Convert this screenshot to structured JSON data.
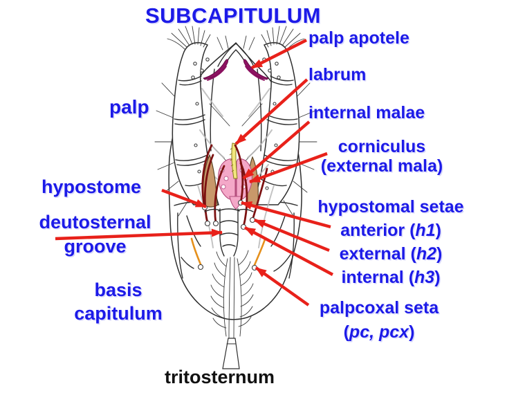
{
  "title": "SUBCAPITULUM",
  "labels": {
    "palp_apotele": "palp apotele",
    "labrum": "labrum",
    "internal_malae": "internal malae",
    "corniculus": {
      "line1": "corniculus",
      "line2": "(external mala)"
    },
    "hypostomal_setae": "hypostomal setae",
    "anterior": {
      "pre": "anterior (",
      "it": "h1",
      "post": ")"
    },
    "external": {
      "pre": "external (",
      "it": "h2",
      "post": ")"
    },
    "internal": {
      "pre": "internal (",
      "it": "h3",
      "post": ")"
    },
    "palpcoxal": {
      "line1": "palpcoxal seta",
      "line2_pre": "(",
      "line2_it": "pc, pcx",
      "line2_post": ")"
    },
    "palp": "palp",
    "hypostome": "hypostome",
    "deutosternal": {
      "line1": "deutosternal",
      "line2": "groove"
    },
    "basis_capitulum": {
      "line1": "basis",
      "line2": "capitulum"
    },
    "tritosternum": "tritosternum"
  },
  "colors": {
    "label_blue": "#1c1ae8",
    "arrow_red": "#e8211a",
    "text_black": "#111111",
    "outline_dark": "#2d2d2d",
    "apotele_purple": "#8e1262",
    "labrum_yellow": "#f2e77d",
    "malae_pink": "#f4a8c8",
    "malae_edge": "#b54f7e",
    "corniculus_tan": "#c8986a",
    "corniculus_edge": "#54401f",
    "seta_darkred": "#7c1111",
    "seta_orange": "#e5901c",
    "seta_gray": "#b8b8b8"
  }
}
